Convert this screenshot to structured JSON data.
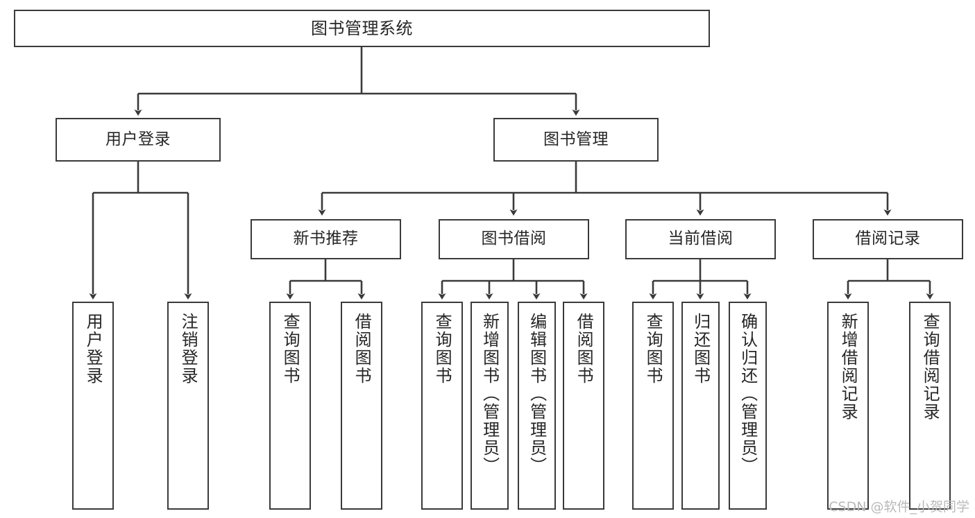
{
  "diagram": {
    "title": "图书管理系统",
    "type": "tree-hierarchy-chart",
    "watermark": "CSDN @软件_小贺同学",
    "colors": {
      "box_border": "#3a3a3a",
      "box_fill": "#ffffff",
      "edge": "#3a3a3a",
      "text": "#262626",
      "watermark": "#b9b9b9"
    },
    "levels": {
      "root": {
        "label": "图书管理系统"
      },
      "level2": [
        {
          "id": "user-login",
          "label": "用户登录"
        },
        {
          "id": "book-management",
          "label": "图书管理"
        }
      ],
      "level3": [
        {
          "id": "new-book-recommend",
          "label": "新书推荐"
        },
        {
          "id": "book-borrow",
          "label": "图书借阅"
        },
        {
          "id": "current-borrow",
          "label": "当前借阅"
        },
        {
          "id": "borrow-record",
          "label": "借阅记录"
        }
      ],
      "leaves": {
        "user_login": [
          {
            "id": "leaf-user-login",
            "label": "用户登录"
          },
          {
            "id": "leaf-logout",
            "label": "注销登录"
          }
        ],
        "new_book_recommend": [
          {
            "id": "leaf-query-book-1",
            "label": "查询图书"
          },
          {
            "id": "leaf-borrow-book-1",
            "label": "借阅图书"
          }
        ],
        "book_borrow": [
          {
            "id": "leaf-query-book-2",
            "label": "查询图书"
          },
          {
            "id": "leaf-add-book",
            "label": "新增图书（管理员）"
          },
          {
            "id": "leaf-edit-book",
            "label": "编辑图书（管理员）"
          },
          {
            "id": "leaf-borrow-book-2",
            "label": "借阅图书"
          }
        ],
        "current_borrow": [
          {
            "id": "leaf-query-book-3",
            "label": "查询图书"
          },
          {
            "id": "leaf-return-book",
            "label": "归还图书"
          },
          {
            "id": "leaf-confirm-return",
            "label": "确认归还（管理员）"
          }
        ],
        "borrow_record": [
          {
            "id": "leaf-add-record",
            "label": "新增借阅记录"
          },
          {
            "id": "leaf-query-record",
            "label": "查询借阅记录"
          }
        ]
      }
    }
  }
}
